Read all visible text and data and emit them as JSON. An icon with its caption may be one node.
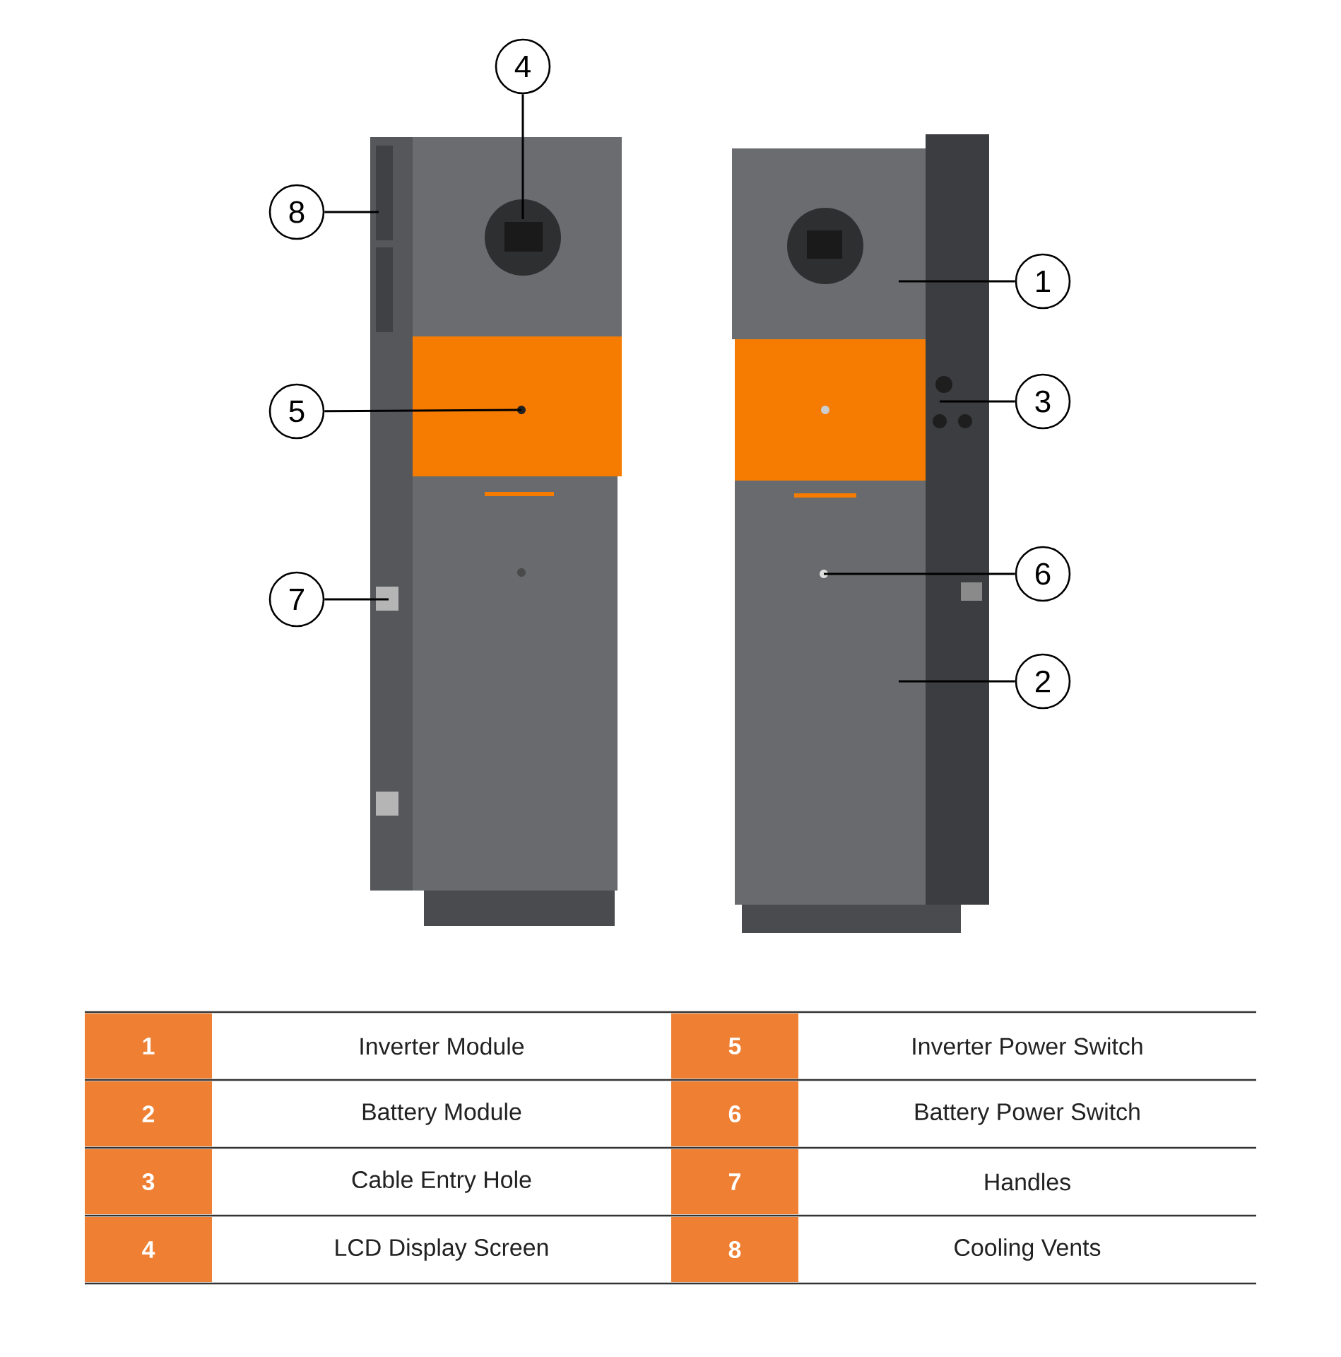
{
  "diagram": {
    "nodes": [
      {
        "text": [
          "4"
        ]
      },
      {
        "text": [
          "8"
        ]
      },
      {
        "text": [
          "1"
        ]
      },
      {
        "text": [
          "5"
        ]
      },
      {
        "text": [
          "3"
        ]
      },
      {
        "text": [
          "7"
        ]
      },
      {
        "text": [
          "6"
        ]
      },
      {
        "text": [
          "2"
        ]
      },
      {
        "text": [],
        "shape": "picture"
      },
      {
        "text": [],
        "shape": "picture"
      }
    ],
    "edges": [
      {
        "from": 0,
        "to": 8,
        "arrow": "none"
      },
      {
        "from": 1,
        "to": 8,
        "arrow": "none"
      },
      {
        "from": 2,
        "to": 9,
        "arrow": "none"
      },
      {
        "from": 3,
        "to": 8,
        "arrow": "none"
      },
      {
        "from": 4,
        "to": 9,
        "arrow": "none"
      },
      {
        "from": 5,
        "to": 8,
        "arrow": "none"
      },
      {
        "from": 6,
        "to": 9,
        "arrow": "none"
      },
      {
        "from": 7,
        "to": 9,
        "arrow": "none"
      }
    ],
    "labels": [
      "1",
      "Inverter Module",
      "5",
      "Inverter Power Switch",
      "2",
      "Battery Module",
      "6",
      "Battery Power Switch",
      "3",
      "Cable Entry Hole",
      "7",
      "Handles",
      "4",
      "LCD Display Screen",
      "8",
      "Cooling Vents"
    ]
  }
}
